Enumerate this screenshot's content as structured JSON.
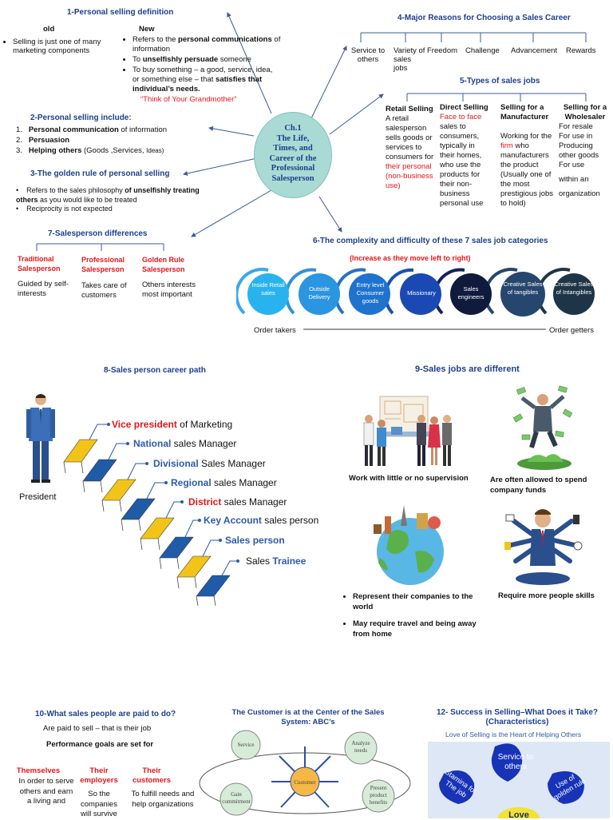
{
  "center": {
    "line1": "Ch.1",
    "line2": "The Life,",
    "line3": "Times, and",
    "line4": "Career of the",
    "line5": "Professional",
    "line6": "Salesperson"
  },
  "s1": {
    "title": "1-Personal selling definition",
    "old_label": "old",
    "new_label": "New",
    "old_text": "Selling is just one of many marketing components",
    "new_1a": "Refers to the ",
    "new_1b": "personal communications",
    "new_1c": " of information",
    "new_2a": "To ",
    "new_2b": "unselfishly persuade",
    "new_2c": " someone",
    "new_3a": "To buy something – a good, service, idea, or something else – that ",
    "new_3b": "satisfies that individual’s needs.",
    "quote": "“Think of Your Grandmother”"
  },
  "s2": {
    "title": "2-Personal selling include:",
    "i1b": "Personal communication",
    "i1r": " of information",
    "i2b": "Persuasion",
    "i3b": "Helping others",
    "i3r": " (Goods ,Services, ",
    "i3s": "Ideas)"
  },
  "s3": {
    "title": "3-The golden rule of personal selling",
    "i1a": "Refers to the sales philosophy ",
    "i1b": "of unselfishly treating others",
    "i1c": " as you would like to be treated",
    "i2": "Reciprocity is not expected"
  },
  "s4": {
    "title": "4-Major Reasons for Choosing a Sales Career",
    "items": [
      "Service to others",
      "Variety of sales jobs",
      "Freedom",
      "Challenge",
      "Advancement",
      "Rewards"
    ]
  },
  "s5": {
    "title": "5-Types of sales jobs",
    "retail_title": "Retail Selling",
    "retail_a": "A retail salesperson sells goods or services to consumers for ",
    "retail_b": "their personal (non-business use)",
    "direct_title": "Direct Selling",
    "direct_a": "Face to face",
    "direct_b": " sales to consumers, typically in their homes, who use the products for their non-business personal use",
    "manu_title": "Selling for a Manufacturer",
    "manu_a": "Working for the ",
    "manu_b": "firm",
    "manu_c": " who manufacturers the product (Usually one of the most prestigious jobs to hold)",
    "whole_title": "Selling for a Wholesaler",
    "whole_1": "For resale",
    "whole_2": "For use in Producing other goods",
    "whole_3": "For use",
    "whole_4": "within an",
    "whole_5": "organization"
  },
  "s6": {
    "title": "6-The complexity and difficulty of these 7 sales job categories",
    "subtitle": "(Increase as they move left to right)",
    "circles": [
      "Inside Retail sales",
      "Outside Delivery",
      "Entry level Consumer goods",
      "Missionary",
      "Sales engineers",
      "Creative Sales of tangibles",
      "Creative Sales of Intangibles"
    ],
    "left": "Order takers",
    "right": "Order getters"
  },
  "s7": {
    "title": "7-Salesperson differences",
    "c1_title": "Traditional Salesperson",
    "c1_text": "Guided by self-interests",
    "c2_title": "Professional Salesperson",
    "c2_text": "Takes care of customers",
    "c3_title": "Golden Rule Salesperson",
    "c3_text": "Others interests most important"
  },
  "s8": {
    "title": "8-Sales person career path",
    "president": "President",
    "steps": [
      {
        "hl": "Vice president",
        "rest": " of Marketing",
        "color": "red"
      },
      {
        "hl": "National",
        "rest": " sales Manager",
        "color": "blue"
      },
      {
        "hl": "Divisional",
        "rest": " Sales Manager",
        "color": "blue"
      },
      {
        "hl": "Regional",
        "rest": " sales Manager",
        "color": "blue"
      },
      {
        "hl": "District",
        "rest": " sales Manager",
        "color": "red"
      },
      {
        "hl": "Key Account",
        "rest": " sales person",
        "color": "blue"
      },
      {
        "hl": "Sales person",
        "rest": "",
        "color": "blue"
      },
      {
        "pre": "Sales ",
        "hl": "Trainee",
        "rest": "",
        "color": "blue"
      }
    ]
  },
  "s9": {
    "title": "9-Sales jobs are different",
    "c1": "Work with little or no supervision",
    "c2": "Are often allowed to spend company funds",
    "c3a": "Represent their companies to the world",
    "c3b": "May require travel and being away from home",
    "c4": "Require more people skills"
  },
  "s10": {
    "title": "10-What sales people are paid to do?",
    "line1": "Are paid to sell – that is their job",
    "line2": "Performance goals are set for",
    "col1_t": "Themselves",
    "col1_x": "In order to serve others and earn a living and",
    "col2_t": "Their employers",
    "col2_x": "So the companies will survive",
    "col3_t": "Their customers",
    "col3_x": "To fulfill needs and help organizations"
  },
  "s11": {
    "title": "The Customer is at the Center of the Sales System: ABC’s",
    "center": "Customer",
    "nodes": [
      "Service",
      "Analyze needs",
      "Gain commitment",
      "Present product benefits"
    ]
  },
  "s12": {
    "title": "12- Success in Selling–What Does it Take? (Characteristics)",
    "subtitle": "Love of Selling is the Heart of Helping Others",
    "p1": "Service to others",
    "p2": "Stamina for The job",
    "p3": "Use of golden rule",
    "p4": "Love"
  },
  "colors": {
    "title_blue": "#1f3f8a",
    "red": "#e3161b",
    "accent_blue": "#2d5aa8",
    "yellow": "#f2c418",
    "step_blue": "#1f5ba6"
  }
}
